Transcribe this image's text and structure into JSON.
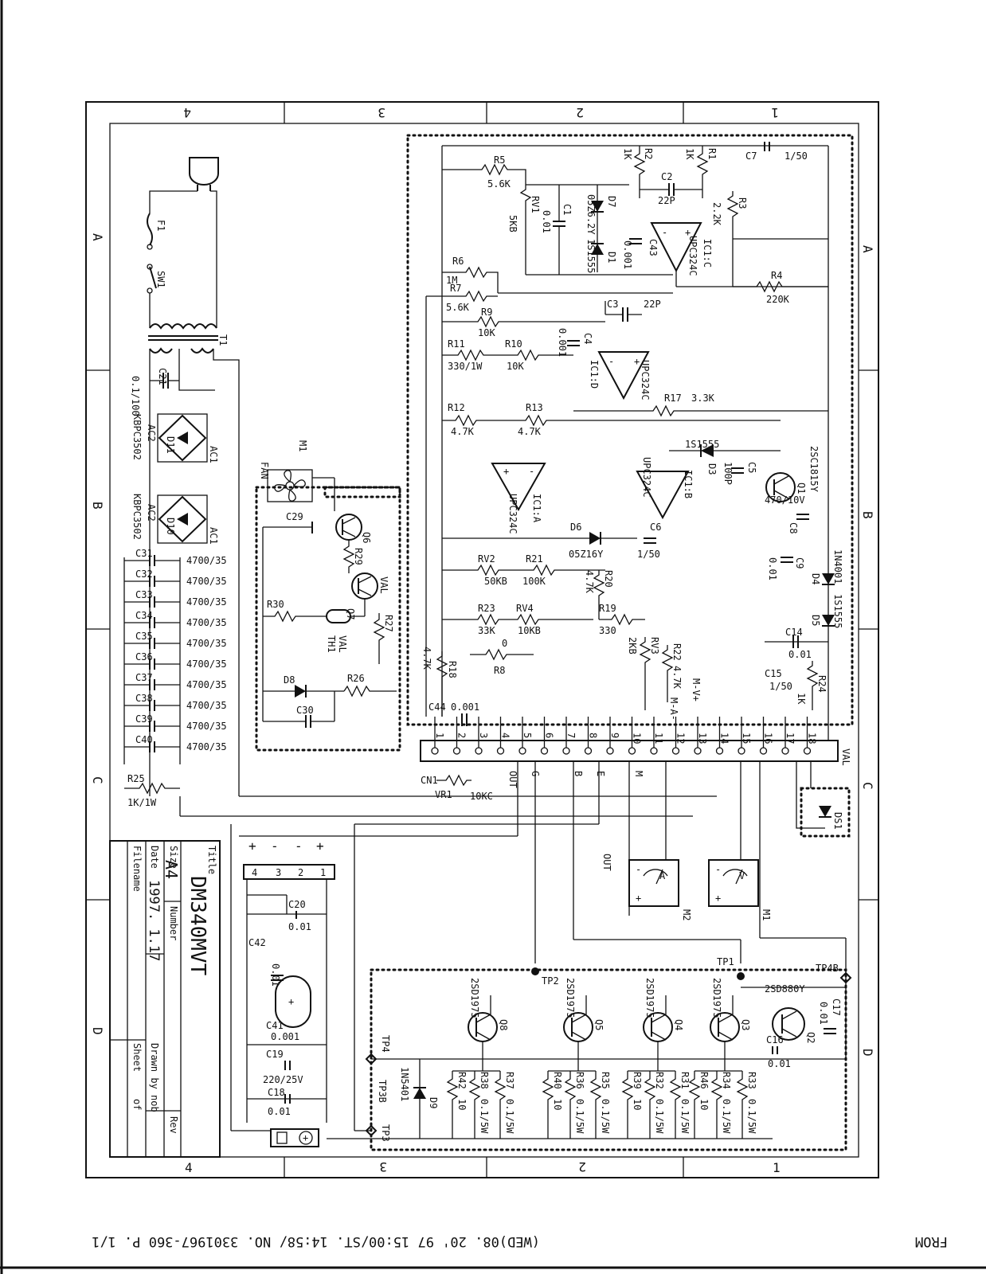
{
  "footer": {
    "fax_from": "FROM",
    "fax_line": "(WED)08. 20' 97 15:00/ST. 14:58/ NO. 3301967-360 P.  1/1"
  },
  "frame": {
    "top_cols": [
      "4",
      "3",
      "2",
      "1"
    ],
    "bottom_cols": [
      "4",
      "3",
      "2",
      "1"
    ],
    "rows": [
      "A",
      "B",
      "C",
      "D"
    ]
  },
  "titleblock": {
    "title_label": "Title",
    "title": "DM340MVT",
    "size_label": "Size",
    "size": "A4",
    "number_label": "Number",
    "rev_label": "Rev",
    "date_label": "Date",
    "date": "1997. 1.17",
    "drawn_label": "Drawn by nob",
    "filename_label": "Filename",
    "sheet_label": "Sheet",
    "of_label": "of"
  },
  "power": {
    "f1": "F1",
    "sw1": "SW1",
    "t1": "T1",
    "c21": "C21",
    "c21_val": "0.1/100",
    "d11": "D11",
    "d11_type": "KBPC3502",
    "d10": "D10",
    "d10_type": "KBPC3502",
    "ac1": "AC1",
    "ac2": "AC2",
    "caps": [
      "C31",
      "C32",
      "C33",
      "C34",
      "C35",
      "C36",
      "C37",
      "C38",
      "C39",
      "C40"
    ],
    "cap_val": "4700/35",
    "r25": "R25",
    "r25_val": "1K/1W"
  },
  "fan": {
    "m1": "M1",
    "fan": "FAN",
    "c29": "C29",
    "q6": "Q6",
    "r29": "R29",
    "q7": "Q7",
    "val": "VAL",
    "r30": "R30",
    "th1": "TH1",
    "th1_val": "VAL",
    "r27": "R27",
    "d8": "D8",
    "r26": "R26",
    "c30": "C30"
  },
  "control": {
    "r5": "R5",
    "r5_val": "5.6K",
    "rv1": "RV1",
    "rv1_val": "5KB",
    "c1": "C1",
    "c1_val": "0.01",
    "d7": "D7",
    "d7_type": "05Z6.2Y",
    "d1": "D1",
    "d1_type": "1S1555",
    "r2": "R2",
    "r2_val": "1K",
    "r1": "R1",
    "r1_val": "1K",
    "c7": "C7",
    "c7_val": "1/50",
    "c2": "C2",
    "c2_val": "22P",
    "r3": "R3",
    "r3_val": "2.2K",
    "c43": "C43",
    "c43_val": "0.001",
    "ic1c": "IC1:C",
    "op_type": "UPC324C",
    "r6": "R6",
    "r6_val": "1M",
    "r7": "R7",
    "r7_val": "5.6K",
    "r4": "R4",
    "r4_val": "220K",
    "c3": "C3",
    "c3_val": "22P",
    "r9": "R9",
    "r9_val": "10K",
    "r11": "R11",
    "r11_val": "330/1W",
    "r10": "R10",
    "r10_val": "10K",
    "c4": "C4",
    "c4_val": "0.001",
    "ic1d": "IC1:D",
    "r17": "R17",
    "r17_val": "3.3K",
    "r12": "R12",
    "r12_val": "4.7K",
    "r13": "R13",
    "r13_val": "4.7K",
    "ic1a": "IC1:A",
    "d3": "D3",
    "d3_type": "1S1555",
    "c5": "C5",
    "c5_val": "100P",
    "q1": "Q1",
    "q1_type": "2SC1815Y",
    "ic1b": "IC1:B",
    "d6": "D6",
    "d6_type": "05Z16Y",
    "c6": "C6",
    "c6_val": "1/50",
    "c8": "C8",
    "c8_val": "470/10V",
    "c9": "C9",
    "c9_val": "0.01",
    "d4": "D4",
    "d4_type": "1N4001",
    "rv2": "RV2",
    "rv2_val": "50KB",
    "r21": "R21",
    "r21_val": "100K",
    "r20": "R20",
    "r20_val": "4.7K",
    "r23": "R23",
    "r23_val": "33K",
    "rv4": "RV4",
    "rv4_val": "10KB",
    "r19": "R19",
    "r19_val": "330",
    "d5": "D5",
    "d5_type": "1S1555",
    "c14": "C14",
    "c14_val": "0.01",
    "r18": "R18",
    "r18_val": "4.7K",
    "r8": "R8",
    "r8_val": "0",
    "rv3": "RV3",
    "rv3_val": "2KB",
    "r22": "R22",
    "r22_val": "4.7K",
    "c15": "C15",
    "c15_val": "1/50",
    "r24": "R24",
    "r24_val": "1K",
    "c44": "C44",
    "c44_val": "0.001",
    "mv": "M-V+",
    "ma": "M-A-"
  },
  "connector": {
    "cn1": "CN1",
    "pins": [
      "1",
      "2",
      "3",
      "4",
      "5",
      "6",
      "7",
      "8",
      "9",
      "10",
      "11",
      "12",
      "13",
      "14",
      "15",
      "16",
      "17",
      "18"
    ],
    "vr1": "VR1",
    "vr1_val": "10KC",
    "labels": [
      "OUT",
      "G",
      "B",
      "E",
      "M",
      "VAL"
    ],
    "ds1": "DS1"
  },
  "meters": {
    "m2": "M2",
    "m2_sym": "A",
    "m1": "M1",
    "m1_sym": "V",
    "out": "OUT"
  },
  "output": {
    "terminals": [
      "+",
      "-",
      "-",
      "+"
    ],
    "term_pins": [
      "4",
      "3",
      "2",
      "1"
    ],
    "c20": "C20",
    "c20_val": "0.01",
    "c42": "C42",
    "c42_val": "0.01",
    "c41": "C41",
    "c41_val": "0.001",
    "c19": "C19",
    "c19_val": "220/25V",
    "c18": "C18",
    "c18_val": "0.01",
    "tp1": "TP1",
    "tp2": "TP2",
    "tp3": "TP3",
    "tp3b": "TP3B",
    "tp4": "TP4",
    "tp4b": "TP4B",
    "q2": "Q2",
    "q2_type": "2SD880Y",
    "c17": "C17",
    "c17_val": "0.01",
    "c16": "C16",
    "c16_val": "0.01",
    "transistors": [
      {
        "ref": "Q8",
        "type": "2SD1975"
      },
      {
        "ref": "Q5",
        "type": "2SD1975"
      },
      {
        "ref": "Q4",
        "type": "2SD1975"
      },
      {
        "ref": "Q3",
        "type": "2SD1975"
      }
    ],
    "d9": "D9",
    "d9_type": "1N5401",
    "res_a": [
      "R42",
      "R40",
      "R39",
      "R46"
    ],
    "res_a_val": "10",
    "res_b": [
      "R38",
      "R36",
      "R32",
      "R34"
    ],
    "res_c": [
      "R37",
      "R35",
      "R31",
      "R33"
    ],
    "res_bc_val": "0.1/5W"
  }
}
